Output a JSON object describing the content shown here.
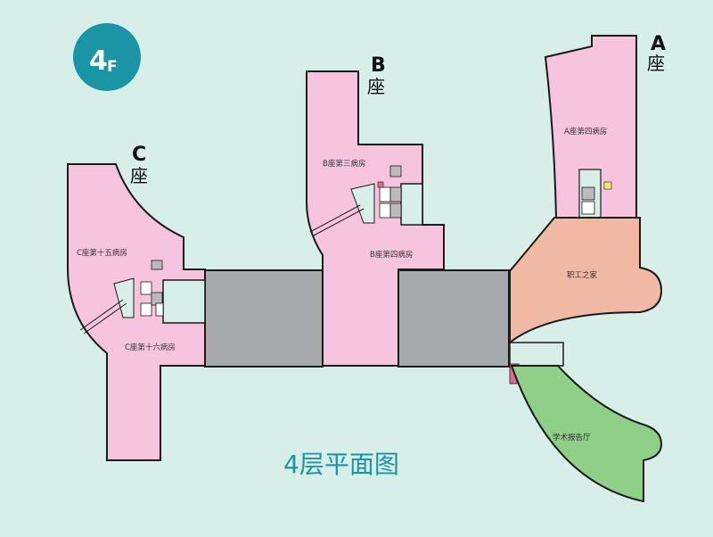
{
  "floor_badge": {
    "number": "4",
    "letter": "F"
  },
  "map_title": "4层平面图",
  "wings": [
    {
      "id": "a",
      "letter": "A",
      "suffix": "座"
    },
    {
      "id": "b",
      "letter": "B",
      "suffix": "座"
    },
    {
      "id": "c",
      "letter": "C",
      "suffix": "座"
    }
  ],
  "rooms": {
    "a_ward4": "A座第四病房",
    "b_ward3": "B座第三病房",
    "b_ward4": "B座第四病房",
    "c_ward15": "C座第十五病房",
    "c_ward16": "C座第十六病房",
    "staff_home": "职工之家",
    "lecture_hall": "学术报告厅"
  },
  "colors": {
    "background": "#d7eee9",
    "ward": "#f6c4dc",
    "corridor": "#a6a8ab",
    "staff_home": "#f1b8a4",
    "lecture_hall": "#8fcf88",
    "badge": "#1b95a6",
    "outline": "#1a1a1a"
  }
}
